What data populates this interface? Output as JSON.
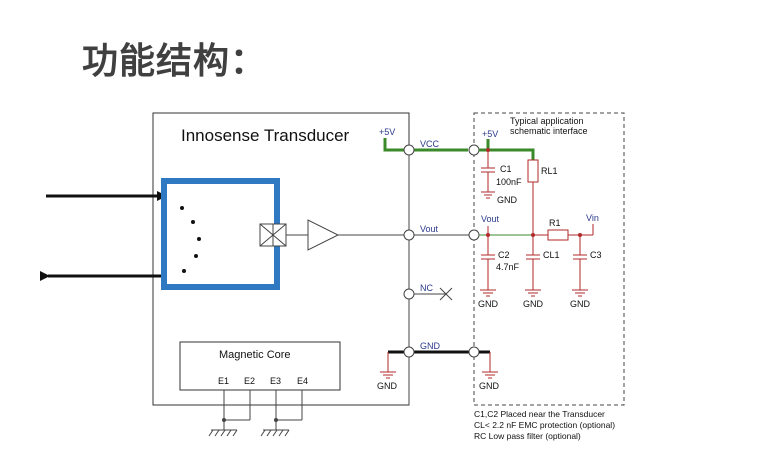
{
  "heading": "功能结构：",
  "diagram": {
    "transducer_title": "Innosense Transducer",
    "magnetic_core_label": "Magnetic Core",
    "pins": [
      "E1",
      "E2",
      "E3",
      "E4"
    ],
    "app_box_title_1": "Typical application",
    "app_box_title_2": "schematic interface",
    "plus5v_left": "+5V",
    "plus5v_right": "+5V",
    "terminal_vcc": "VCC",
    "terminal_vout": "Vout",
    "terminal_nc": "NC",
    "terminal_gnd": "GND",
    "gnd_left": "GND",
    "gnd_right": "GND",
    "c1_name": "C1",
    "c1_value": "100nF",
    "c1_gnd": "GND",
    "rl1": "RL1",
    "vout_node": "Vout",
    "r1": "R1",
    "vin": "Vin",
    "c2_name": "C2",
    "c2_value": "4.7nF",
    "cl1": "CL1",
    "c3": "C3",
    "gnd_c2": "GND",
    "gnd_cl1": "GND",
    "gnd_c3": "GND",
    "notes": [
      "C1,C2 Placed near the Transducer",
      "CL< 2.2 nF EMC protection (optional)",
      "RC Low pass filter (optional)"
    ],
    "colors": {
      "core_blue": "#2f78c2",
      "vcc_green": "#3a8a2a",
      "component_red": "#b02a2a",
      "label_blue": "#2a3a8c"
    }
  }
}
